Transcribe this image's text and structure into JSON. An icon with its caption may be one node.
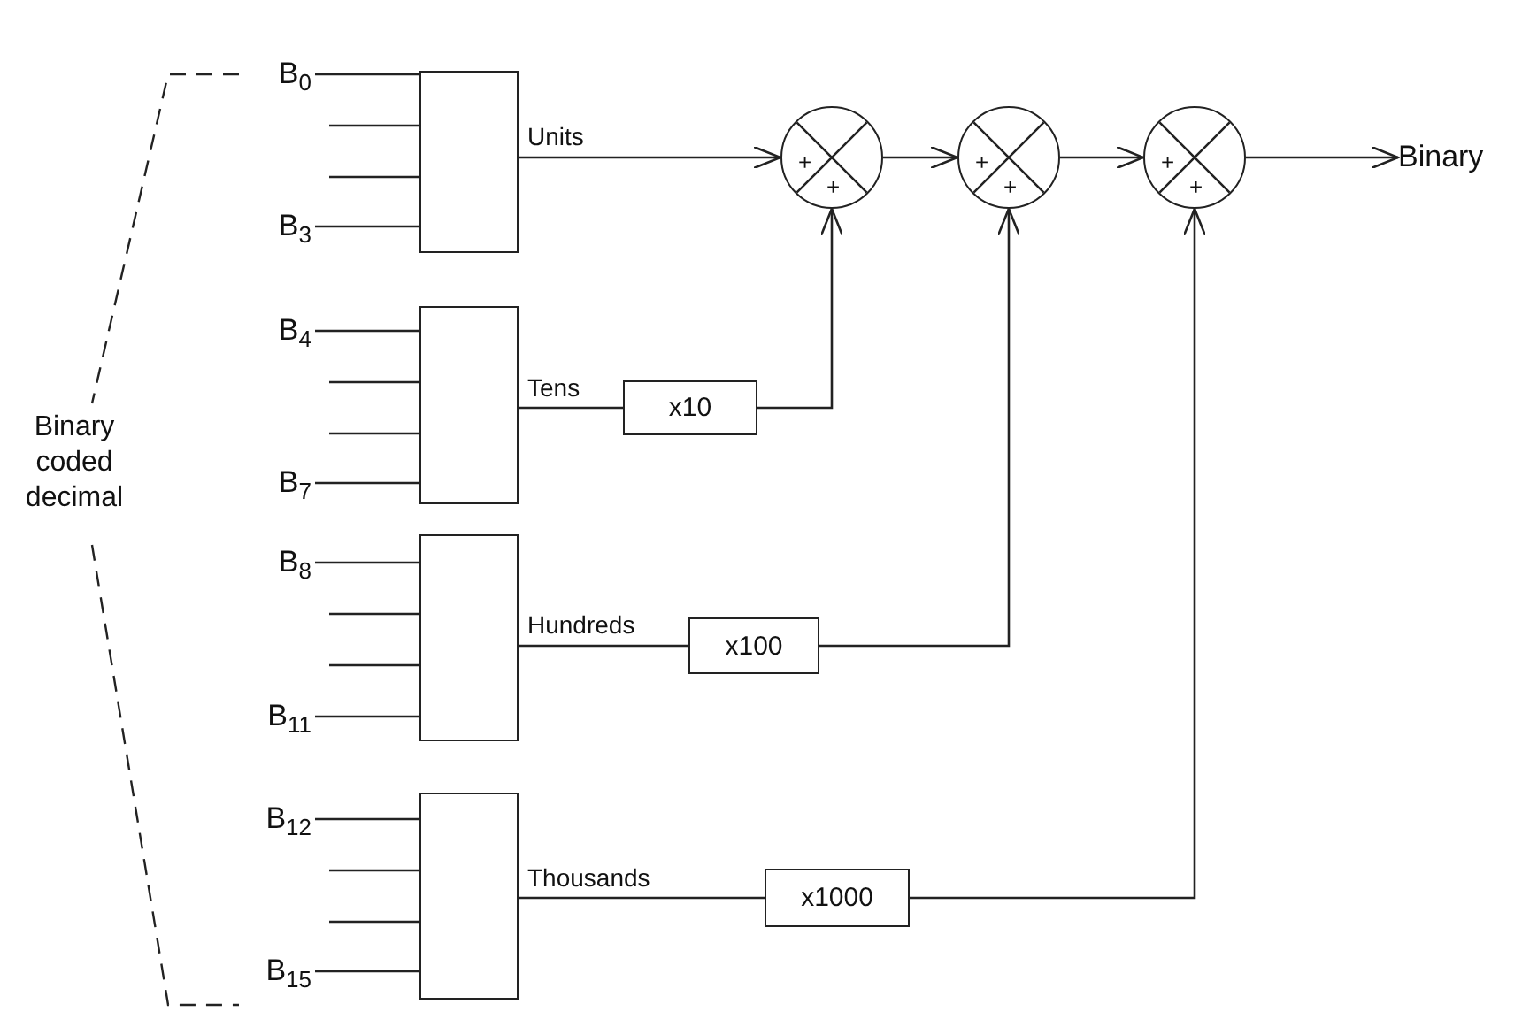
{
  "diagram": {
    "nodes": [
      {
        "text": [
          "B$_{0}$"
        ]
      },
      {
        "text": [
          "B$_{3}$"
        ]
      },
      {
        "text": [],
        "shape": "box"
      },
      {
        "text": [
          "+",
          "+"
        ]
      },
      {
        "text": [
          "+",
          "+"
        ]
      },
      {
        "text": [
          "+",
          "+"
        ]
      },
      {
        "text": [
          "Binary"
        ]
      },
      {
        "text": [
          "B$_{4}$"
        ]
      },
      {
        "text": [
          "B$_{7}$"
        ]
      },
      {
        "text": [],
        "shape": "box"
      },
      {
        "text": [
          "x10"
        ]
      },
      {
        "text": [
          "B$_{8}$"
        ]
      },
      {
        "text": [
          "B$_{11}$"
        ]
      },
      {
        "text": [],
        "shape": "box"
      },
      {
        "text": [
          "x100"
        ]
      },
      {
        "text": [
          "B$_{12}$"
        ]
      },
      {
        "text": [
          "B$_{15}$"
        ]
      },
      {
        "text": [],
        "shape": "box"
      },
      {
        "text": [
          "x1000"
        ]
      }
    ],
    "edges": [
      {
        "from": 0,
        "to": 2,
        "arrow": "none"
      },
      {
        "from": null,
        "to": 2,
        "arrow": "none"
      },
      {
        "from": null,
        "to": 2,
        "arrow": "none"
      },
      {
        "from": 1,
        "to": 2,
        "arrow": "none"
      },
      {
        "from": 7,
        "to": 9,
        "arrow": "none"
      },
      {
        "from": null,
        "to": 9,
        "arrow": "none"
      },
      {
        "from": null,
        "to": 9,
        "arrow": "none"
      },
      {
        "from": 8,
        "to": 9,
        "arrow": "none"
      },
      {
        "from": 11,
        "to": 13,
        "arrow": "none"
      },
      {
        "from": null,
        "to": 13,
        "arrow": "none"
      },
      {
        "from": null,
        "to": 13,
        "arrow": "none"
      },
      {
        "from": 12,
        "to": 13,
        "arrow": "none"
      },
      {
        "from": 15,
        "to": 17,
        "arrow": "none"
      },
      {
        "from": null,
        "to": 17,
        "arrow": "none"
      },
      {
        "from": null,
        "to": 17,
        "arrow": "none"
      },
      {
        "from": 16,
        "to": 17,
        "arrow": "none"
      },
      {
        "from": 2,
        "to": 3,
        "arrow": "to",
        "label": "Units"
      },
      {
        "from": 9,
        "to": 10,
        "arrow": "none",
        "label": "Tens"
      },
      {
        "from": 10,
        "to": 3,
        "arrow": "to"
      },
      {
        "from": 13,
        "to": 14,
        "arrow": "none",
        "label": "Hundreds"
      },
      {
        "from": 14,
        "to": 4,
        "arrow": "to"
      },
      {
        "from": 17,
        "to": 18,
        "arrow": "none",
        "label": "Thousands"
      },
      {
        "from": 18,
        "to": 5,
        "arrow": "to"
      },
      {
        "from": 3,
        "to": 4,
        "arrow": "to"
      },
      {
        "from": 4,
        "to": 5,
        "arrow": "to"
      },
      {
        "from": 5,
        "to": 6,
        "arrow": "to"
      }
    ],
    "labels": [
      "Binary coded decimal"
    ]
  }
}
